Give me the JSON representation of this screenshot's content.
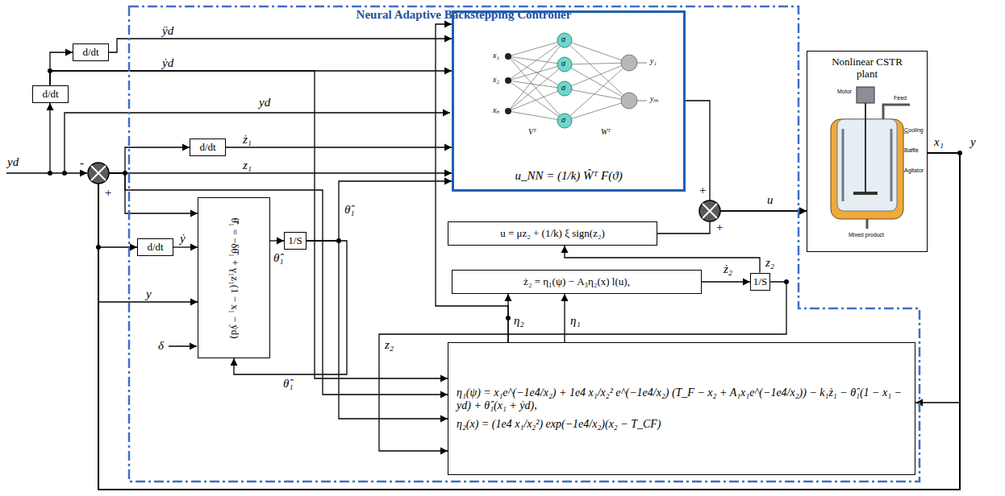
{
  "diagram": {
    "nodes": [
      {
        "text": [
          "Neural Adaptive Backstepping Controller"
        ]
      },
      {
        "text": [
          "d/dt"
        ]
      },
      {
        "text": [
          "d/dt"
        ]
      },
      {
        "text": [
          "d/dt"
        ],
        "in": 0
      },
      {
        "text": [
          "u_NN = (1/k) Ŵᵀ F(ϑ)"
        ],
        "in": 0
      },
      {
        "text": [
          "u = μz₂ + (1/k) ξ sign(z₂)"
        ],
        "in": 0
      },
      {
        "text": [
          "d/dt"
        ],
        "in": 0
      },
      {
        "text": [
          "θ̂̇₁ = −δθ̂₁ + γ₁z₁(1 − x₁ − ẏd)"
        ],
        "in": 0
      },
      {
        "text": [
          "1/S"
        ],
        "in": 0
      },
      {
        "text": [
          "ż₂ = η₁(ψ) − A₃η₂(x) l(u),"
        ],
        "in": 0
      },
      {
        "text": [
          "1/S"
        ],
        "in": 0
      },
      {
        "text": [
          "η₁(ψ) = x₁e^(−1e4/x₂) + 1e4 x₁/x₂² e^(−1e4/x₂) (T_F − x₂ + A₁x₁e^(−1e4/x₂)) − k₁ż₁ − θ̂₁(1 − x₁ − yd) + θ̂₁(x₁ + ẏd),",
          "η₂(x) = (1e4 x₁/x₂²) exp(−1e4/x₂)(x₂ − T_CF)"
        ],
        "in": 0
      },
      {
        "text": [
          "Nonlinear CSTR plant"
        ]
      }
    ],
    "edges": [
      {
        "from": 1,
        "to": 4,
        "arrow": "to",
        "label": "ÿd"
      },
      {
        "from": 2,
        "to": 1,
        "arrow": "to"
      },
      {
        "from": 2,
        "to": 4,
        "arrow": "to",
        "label": "ẏd"
      },
      {
        "from": 2,
        "to": 11,
        "arrow": "to"
      },
      {
        "from": 12,
        "to": 3,
        "arrow": "to"
      },
      {
        "from": 12,
        "to": 4,
        "arrow": "to",
        "label": "z₁"
      },
      {
        "from": 12,
        "to": 7,
        "arrow": "to"
      },
      {
        "from": 12,
        "to": 11,
        "arrow": "to"
      },
      {
        "from": 12,
        "to": 6,
        "arrow": "to"
      },
      {
        "from": 12,
        "to": 7,
        "arrow": "to",
        "label": "y"
      },
      {
        "from": 12,
        "to": 11,
        "arrow": "to"
      },
      {
        "from": 3,
        "to": 4,
        "arrow": "to",
        "label": "ż₁"
      },
      {
        "from": 6,
        "to": 7,
        "arrow": "to",
        "label": "ẏ"
      },
      {
        "from": 7,
        "to": 8,
        "arrow": "to",
        "label": "θ̂₁"
      },
      {
        "from": 8,
        "to": 4,
        "arrow": "to",
        "label": "θ̂₁"
      },
      {
        "from": 8,
        "to": 11,
        "arrow": "to"
      },
      {
        "from": 8,
        "to": 7,
        "arrow": "to",
        "label": "θ̂₁"
      },
      {
        "from": 11,
        "to": 9,
        "arrow": "to",
        "label": "η₁"
      },
      {
        "from": 11,
        "to": 9,
        "arrow": "to",
        "label": "η₂"
      },
      {
        "from": 11,
        "to": 4,
        "arrow": "to"
      },
      {
        "from": 9,
        "to": 10,
        "arrow": "to",
        "label": "ż₂"
      },
      {
        "from": 10,
        "to": 5,
        "arrow": "to",
        "label": "z₂"
      },
      {
        "from": 10,
        "to": 11,
        "arrow": "to",
        "label": "z₂"
      },
      {
        "from": 4,
        "to": 12,
        "arrow": "to",
        "label": "u"
      },
      {
        "from": 5,
        "to": 12,
        "arrow": "to"
      }
    ],
    "labels": [
      "yd",
      "-",
      "+",
      "yd",
      "δ",
      "x₁",
      "y",
      "+",
      "+",
      "x₁",
      "x₂",
      "xₙ",
      "σ",
      "σ",
      "σ",
      "σ",
      "y₁",
      "yₘ",
      "Vᵀ",
      "Wᵀ",
      "Motor",
      "Feed",
      "Cooling",
      "Baffle",
      "Agitator",
      "Mixed product"
    ]
  }
}
